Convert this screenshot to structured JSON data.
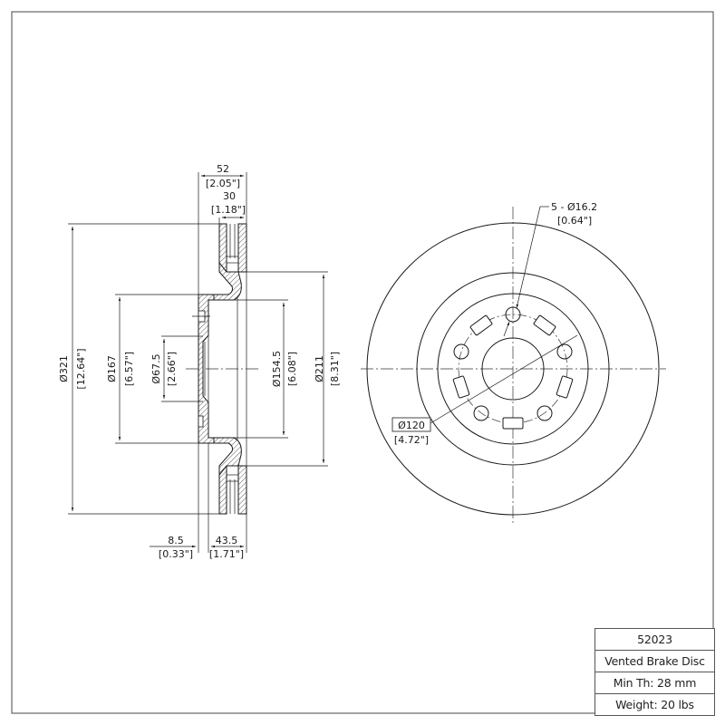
{
  "title_block": {
    "part_number": "52023",
    "description": "Vented Brake Disc",
    "min_thickness": "Min Th: 28 mm",
    "weight": "Weight: 20 lbs"
  },
  "side_view": {
    "overall_width": {
      "mm": "52",
      "in": "[2.05\"]"
    },
    "disc_thickness": {
      "mm": "30",
      "in": "[1.18\"]"
    },
    "outer_diameter": {
      "mm": "Ø321",
      "in": "[12.64\"]"
    },
    "hat_diameter": {
      "mm": "Ø167",
      "in": "[6.57\"]"
    },
    "center_bore": {
      "mm": "Ø67.5",
      "in": "[2.66\"]"
    },
    "hat_inner_diameter": {
      "mm": "Ø154.5",
      "in": "[6.08\"]"
    },
    "inner_friction_diameter": {
      "mm": "Ø211",
      "in": "[8.31\"]"
    },
    "hat_face_thickness": {
      "mm": "8.5",
      "in": "[0.33\"]"
    },
    "hat_height": {
      "mm": "43.5",
      "in": "[1.71\"]"
    }
  },
  "front_view": {
    "bolt_holes": {
      "mm": "5 - Ø16.2",
      "in": "[0.64\"]"
    },
    "bolt_circle": {
      "mm": "Ø120",
      "in": "[4.72\"]"
    }
  }
}
